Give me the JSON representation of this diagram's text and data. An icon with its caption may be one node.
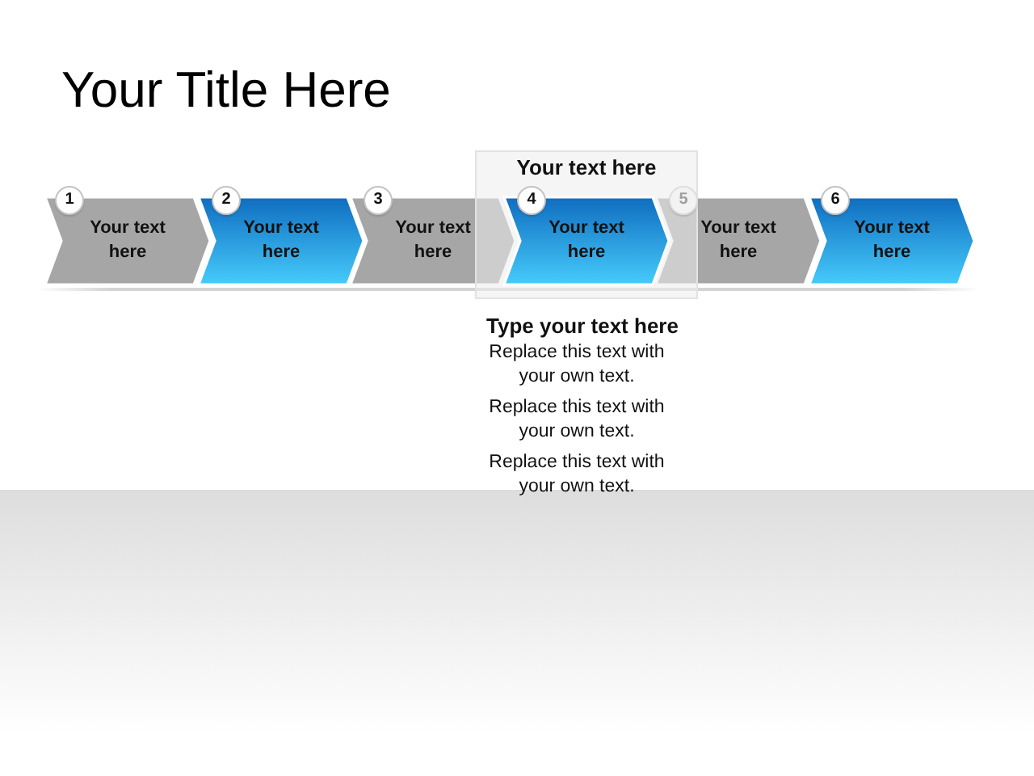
{
  "diagram": {
    "title": "Your Title Here",
    "nodes": [
      {
        "text": [
          "Your text here"
        ]
      },
      {
        "text": [
          "1"
        ]
      },
      {
        "text": [
          "Your text here"
        ]
      },
      {
        "text": [
          "2"
        ]
      },
      {
        "text": [
          "Your text here"
        ]
      },
      {
        "text": [
          "3"
        ]
      },
      {
        "text": [
          "Your text here"
        ]
      },
      {
        "text": [
          "4"
        ],
        "in": 0
      },
      {
        "text": [
          "Your text here"
        ],
        "in": 0
      },
      {
        "text": [
          "5"
        ],
        "in": 0
      },
      {
        "text": [
          "Your text here"
        ]
      },
      {
        "text": [
          "6"
        ]
      },
      {
        "text": [
          "Your text here"
        ]
      }
    ],
    "labels": [
      "Type your text here",
      "Replace this text with your own text.",
      "Replace this text with your own text.",
      "Replace this text with your own text."
    ]
  }
}
